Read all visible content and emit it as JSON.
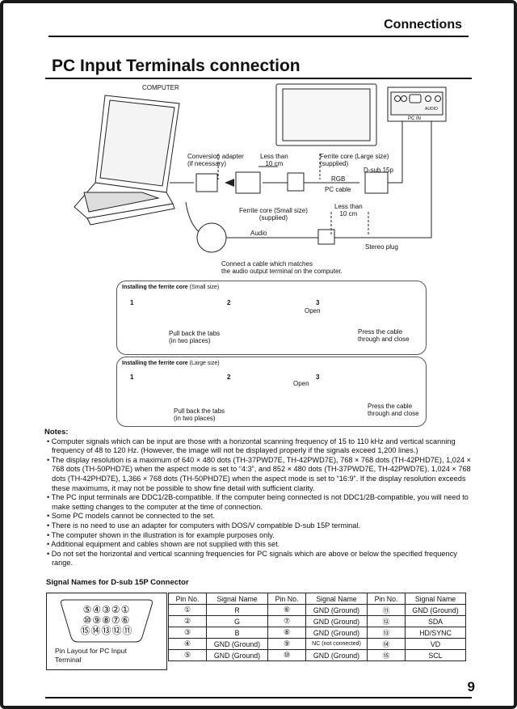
{
  "header": {
    "section": "Connections"
  },
  "title": "PC Input Terminals connection",
  "diagram": {
    "computer": "COMPUTER",
    "conversion_adapter": "Conversion adapter\n(if necessary)",
    "less_than_1": "Less than\n10 cm",
    "ferrite_large_supplied": "Ferrite core (Large size)\n(supplied)",
    "dsub": "D-sub 15p",
    "rgb": "RGB",
    "pc_cable": "PC cable",
    "ferrite_small_supplied": "Ferrite core (Small size)\n(supplied)",
    "less_than_2": "Less than\n10 cm",
    "audio": "Audio",
    "stereo_plug": "Stereo plug",
    "connect_note": "Connect a cable which matches\nthe audio output terminal on the computer.",
    "panel_pc_in": "PC IN",
    "panel_audio": "AUDIO"
  },
  "ferrite_small": {
    "title_bold": "Installing the ferrite core",
    "title_rest": " (Small size)",
    "steps": [
      "1",
      "2",
      "3"
    ],
    "pull": "Pull back the tabs\n(in two places)",
    "open": "Open",
    "press": "Press the cable\nthrough and close"
  },
  "ferrite_large": {
    "title_bold": "Installing the ferrite core",
    "title_rest": " (Large size)",
    "steps": [
      "1",
      "2",
      "3"
    ],
    "pull": "Pull back the tabs\n(in two places)",
    "open": "Open",
    "press": "Press the cable\nthrough and close"
  },
  "notes": {
    "title": "Notes:",
    "items": [
      "• Computer signals which can be input are those with a horizontal scanning frequency of 15 to 110 kHz and vertical scanning frequency of 48 to 120 Hz. (However, the image will not be displayed properly if the signals exceed 1,200 lines.)",
      "• The display resolution is a maximum of 640 × 480 dots (TH-37PWD7E, TH-42PWD7E), 768 × 768 dots (TH-42PHD7E), 1,024 × 768 dots (TH-50PHD7E) when the aspect mode is set to “4:3”, and 852 × 480 dots (TH-37PWD7E, TH-42PWD7E), 1,024 × 768 dots (TH-42PHD7E), 1,366 × 768 dots (TH-50PHD7E) when the aspect mode is set to “16:9”. If the display resolution exceeds these maximums, it may not be possible to show fine detail with sufficient clarity.",
      "• The PC input terminals are DDC1/2B-compatible. If the computer being connected is not DDC1/2B-compatible, you will need to make setting changes to the computer at the time of connection.",
      "• Some PC models cannot be connected to the set.",
      "• There is no need to use an adapter for computers with DOS/V compatible D-sub 15P terminal.",
      "• The computer shown in the illustration is for example purposes only.",
      "• Additional equipment and cables shown are not supplied with this set.",
      "• Do not set the horizontal and vertical scanning frequencies for PC signals which are above or below the specified frequency range."
    ]
  },
  "signal_table": {
    "title": "Signal Names for D-sub 15P Connector",
    "connector_rows": [
      "⑤④③②①",
      "⑩⑨⑧⑦⑥",
      "⑮⑭⑬⑫⑪"
    ],
    "pin_layout_label": "Pin Layout for PC Input Terminal",
    "headers": [
      "Pin No.",
      "Signal Name",
      "Pin No.",
      "Signal Name",
      "Pin No.",
      "Signal Name"
    ],
    "rows": [
      [
        "①",
        "R",
        "⑥",
        "GND (Ground)",
        "⑪",
        "GND (Ground)"
      ],
      [
        "②",
        "G",
        "⑦",
        "GND (Ground)",
        "⑫",
        "SDA"
      ],
      [
        "③",
        "B",
        "⑧",
        "GND (Ground)",
        "⑬",
        "HD/SYNC"
      ],
      [
        "④",
        "GND (Ground)",
        "⑨",
        "NC (not connected)",
        "⑭",
        "VD"
      ],
      [
        "⑤",
        "GND (Ground)",
        "⑩",
        "GND (Ground)",
        "⑮",
        "SCL"
      ]
    ]
  },
  "page_number": "9"
}
